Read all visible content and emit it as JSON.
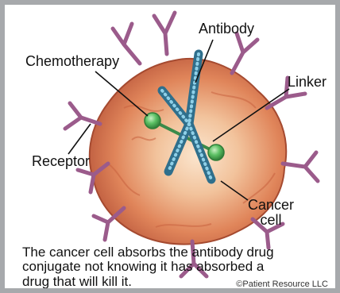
{
  "labels": {
    "antibody": "Antibody",
    "chemotherapy": "Chemotherapy",
    "linker": "Linker",
    "receptor": "Receptor",
    "cancer_line1": "Cancer",
    "cancer_line2": "cell"
  },
  "caption": {
    "line1": "The cancer cell absorbs the antibody drug",
    "line2": "conjugate not knowing it has absorbed a",
    "line3": "drug that will kill it."
  },
  "copyright": "©Patient Resource LLC",
  "colors": {
    "frame": "#a7a9ac",
    "cell": "#e07a4d",
    "cell_core": "#f6d7b8",
    "receptor": "#9b5b8b",
    "antibody": "#3f8fb0",
    "chemotherapy": "#4fb85a",
    "linker": "#3a8a4a"
  }
}
